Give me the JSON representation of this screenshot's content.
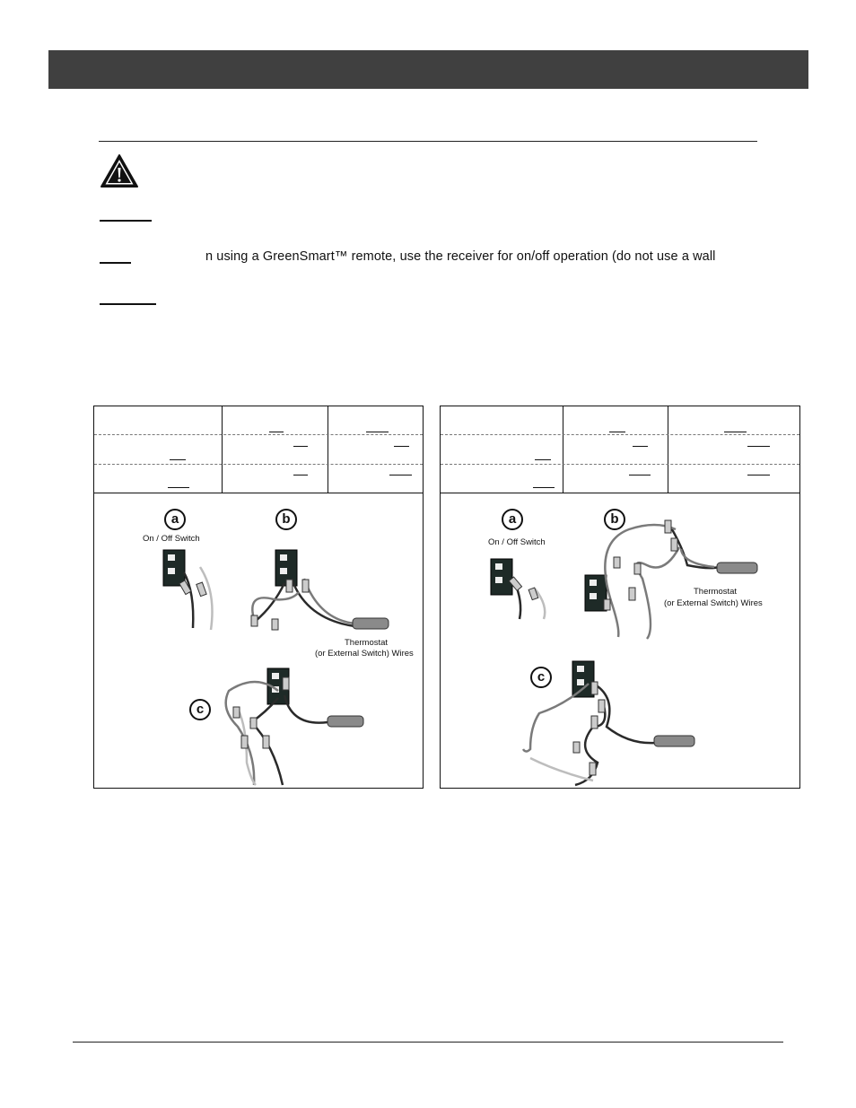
{
  "note": {
    "text": "n using a GreenSmart™  remote, use the receiver for on/off operation (do not use a wall"
  },
  "left_figure": {
    "markers": {
      "a": "a",
      "b": "b",
      "c": "c"
    },
    "switch_label": "On / Off Switch",
    "thermo_label_line1": "Thermostat",
    "thermo_label_line2": "(or External Switch) Wires"
  },
  "right_figure": {
    "markers": {
      "a": "a",
      "b": "b",
      "c": "c"
    },
    "switch_label": "On / Off Switch",
    "thermo_label_line1": "Thermostat",
    "thermo_label_line2": "(or External Switch) Wires"
  },
  "colors": {
    "header_bar": "#404040",
    "switch_plate": "#1e2a27",
    "wire_dark": "#2a2a2a",
    "wire_gray": "#7a7a7a",
    "wire_light": "#bdbdbd"
  },
  "icons": {
    "warning": "warning-triangle-icon"
  }
}
